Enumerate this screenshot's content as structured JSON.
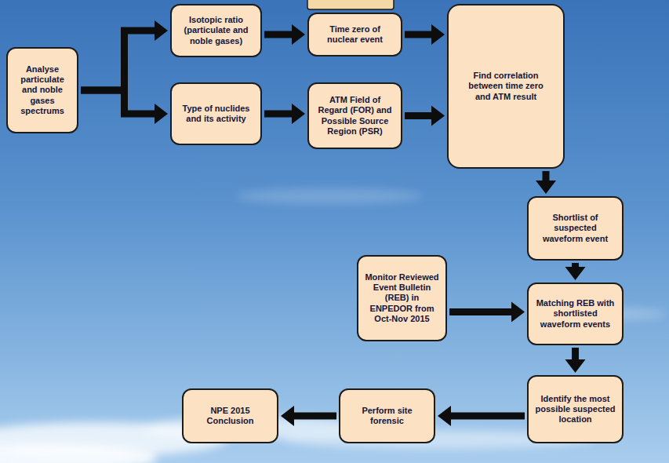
{
  "diagram": {
    "nodes": [
      {
        "text": [
          "Analyse particulate and noble gases spectrums"
        ]
      },
      {
        "text": [
          "Isotopic ratio (particulate and noble gases)"
        ]
      },
      {
        "text": [
          "Type of nuclides and its activity"
        ]
      },
      {
        "text": [
          "Time zero of nuclear event"
        ]
      },
      {
        "text": [
          "ATM Field of Regard (FOR) and Possible Source Region (PSR)"
        ]
      },
      {
        "text": [
          "Find correlation between time zero and ATM result"
        ]
      },
      {
        "text": [
          "Shortlist of suspected waveform event"
        ]
      },
      {
        "text": [
          "Monitor Reviewed Event Bulletin (REB) in ENPEDOR from Oct-Nov 2015"
        ]
      },
      {
        "text": [
          "Matching REB with shortlisted waveform events"
        ]
      },
      {
        "text": [
          "Identify the most possible suspected location"
        ]
      },
      {
        "text": [
          "Perform site forensic"
        ]
      },
      {
        "text": [
          "NPE 2015 Conclusion"
        ]
      }
    ],
    "edges": [
      {
        "from": 0,
        "to": 1,
        "arrow": "to"
      },
      {
        "from": 0,
        "to": 2,
        "arrow": "to"
      },
      {
        "from": 1,
        "to": 3,
        "arrow": "to"
      },
      {
        "from": 2,
        "to": 4,
        "arrow": "to"
      },
      {
        "from": 3,
        "to": 5,
        "arrow": "to"
      },
      {
        "from": 4,
        "to": 5,
        "arrow": "to"
      },
      {
        "from": 5,
        "to": 6,
        "arrow": "to"
      },
      {
        "from": 6,
        "to": 8,
        "arrow": "to"
      },
      {
        "from": 7,
        "to": 8,
        "arrow": "to"
      },
      {
        "from": 8,
        "to": 9,
        "arrow": "to"
      },
      {
        "from": 9,
        "to": 10,
        "arrow": "to"
      },
      {
        "from": 10,
        "to": 11,
        "arrow": "to"
      }
    ]
  }
}
